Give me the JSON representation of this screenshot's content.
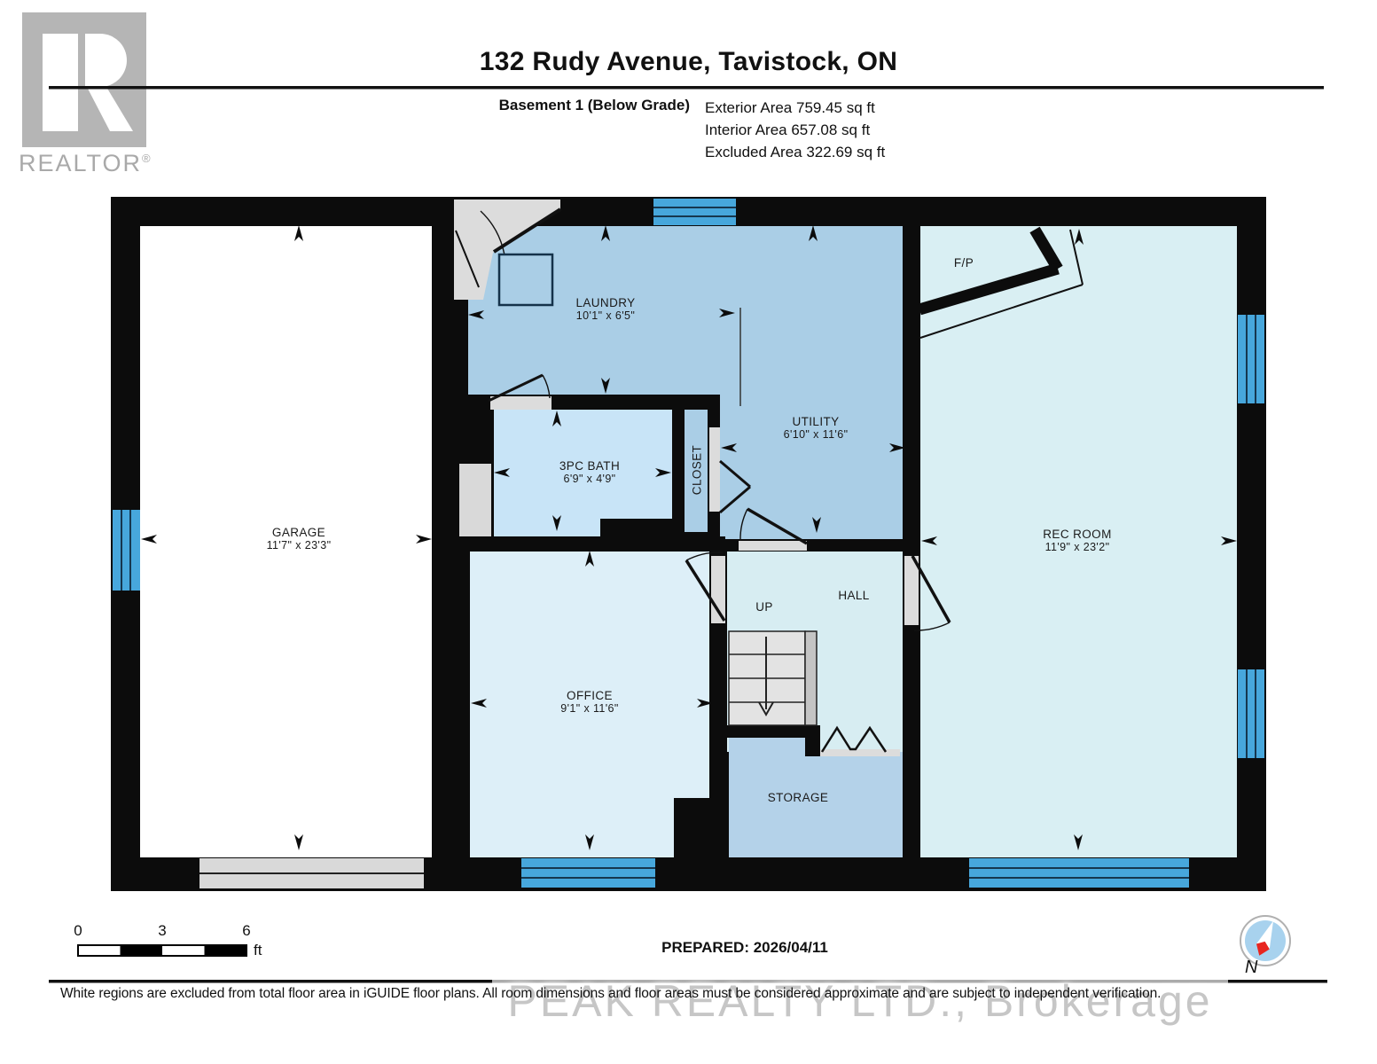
{
  "header": {
    "logo_text": "REALTOR",
    "logo_reg": "®",
    "title": "132 Rudy Avenue, Tavistock, ON",
    "floor_label": "Basement 1 (Below Grade)",
    "exterior_area": "Exterior Area 759.45 sq ft",
    "interior_area": "Interior Area 657.08 sq ft",
    "excluded_area": "Excluded Area 322.69 sq ft"
  },
  "rooms": {
    "garage": {
      "name": "GARAGE",
      "dims": "11'7\" x 23'3\""
    },
    "laundry": {
      "name": "LAUNDRY",
      "dims": "10'1\" x 6'5\""
    },
    "utility": {
      "name": "UTILITY",
      "dims": "6'10\" x 11'6\""
    },
    "bath": {
      "name": "3PC BATH",
      "dims": "6'9\" x 4'9\""
    },
    "closet": {
      "name": "CLOSET"
    },
    "office": {
      "name": "OFFICE",
      "dims": "9'1\" x 11'6\""
    },
    "hall": {
      "name": "HALL"
    },
    "up": {
      "name": "UP"
    },
    "storage": {
      "name": "STORAGE"
    },
    "rec_room": {
      "name": "REC ROOM",
      "dims": "11'9\" x 23'2\""
    },
    "fireplace": {
      "name": "F/P"
    }
  },
  "footer": {
    "scale": {
      "labels": [
        "0",
        "3",
        "6"
      ],
      "unit": "ft"
    },
    "prepared": "PREPARED: 2026/04/11",
    "compass_label": "N",
    "disclaimer": "White regions are excluded from total floor area in iGUIDE floor plans. All room dimensions and floor areas must be considered approximate and are subject to independent verification.",
    "watermark": "PEAK REALTY LTD., Brokerage"
  },
  "colors": {
    "wall": "#0c0c0c",
    "window_blue": "#47a7dc",
    "room_medium_blue": "#aacee6",
    "room_bath_blue": "#c8e4f7",
    "room_office_blue": "#ddeff8",
    "room_hall_blue": "#d7edf2",
    "room_storage_blue": "#b4d2e9",
    "room_rec_blue": "#d9eff3",
    "door_gray": "#dcdcdc",
    "excluded_white": "#ffffff",
    "compass_red": "#e8251f",
    "logo_gray": "#b5b5b5"
  }
}
